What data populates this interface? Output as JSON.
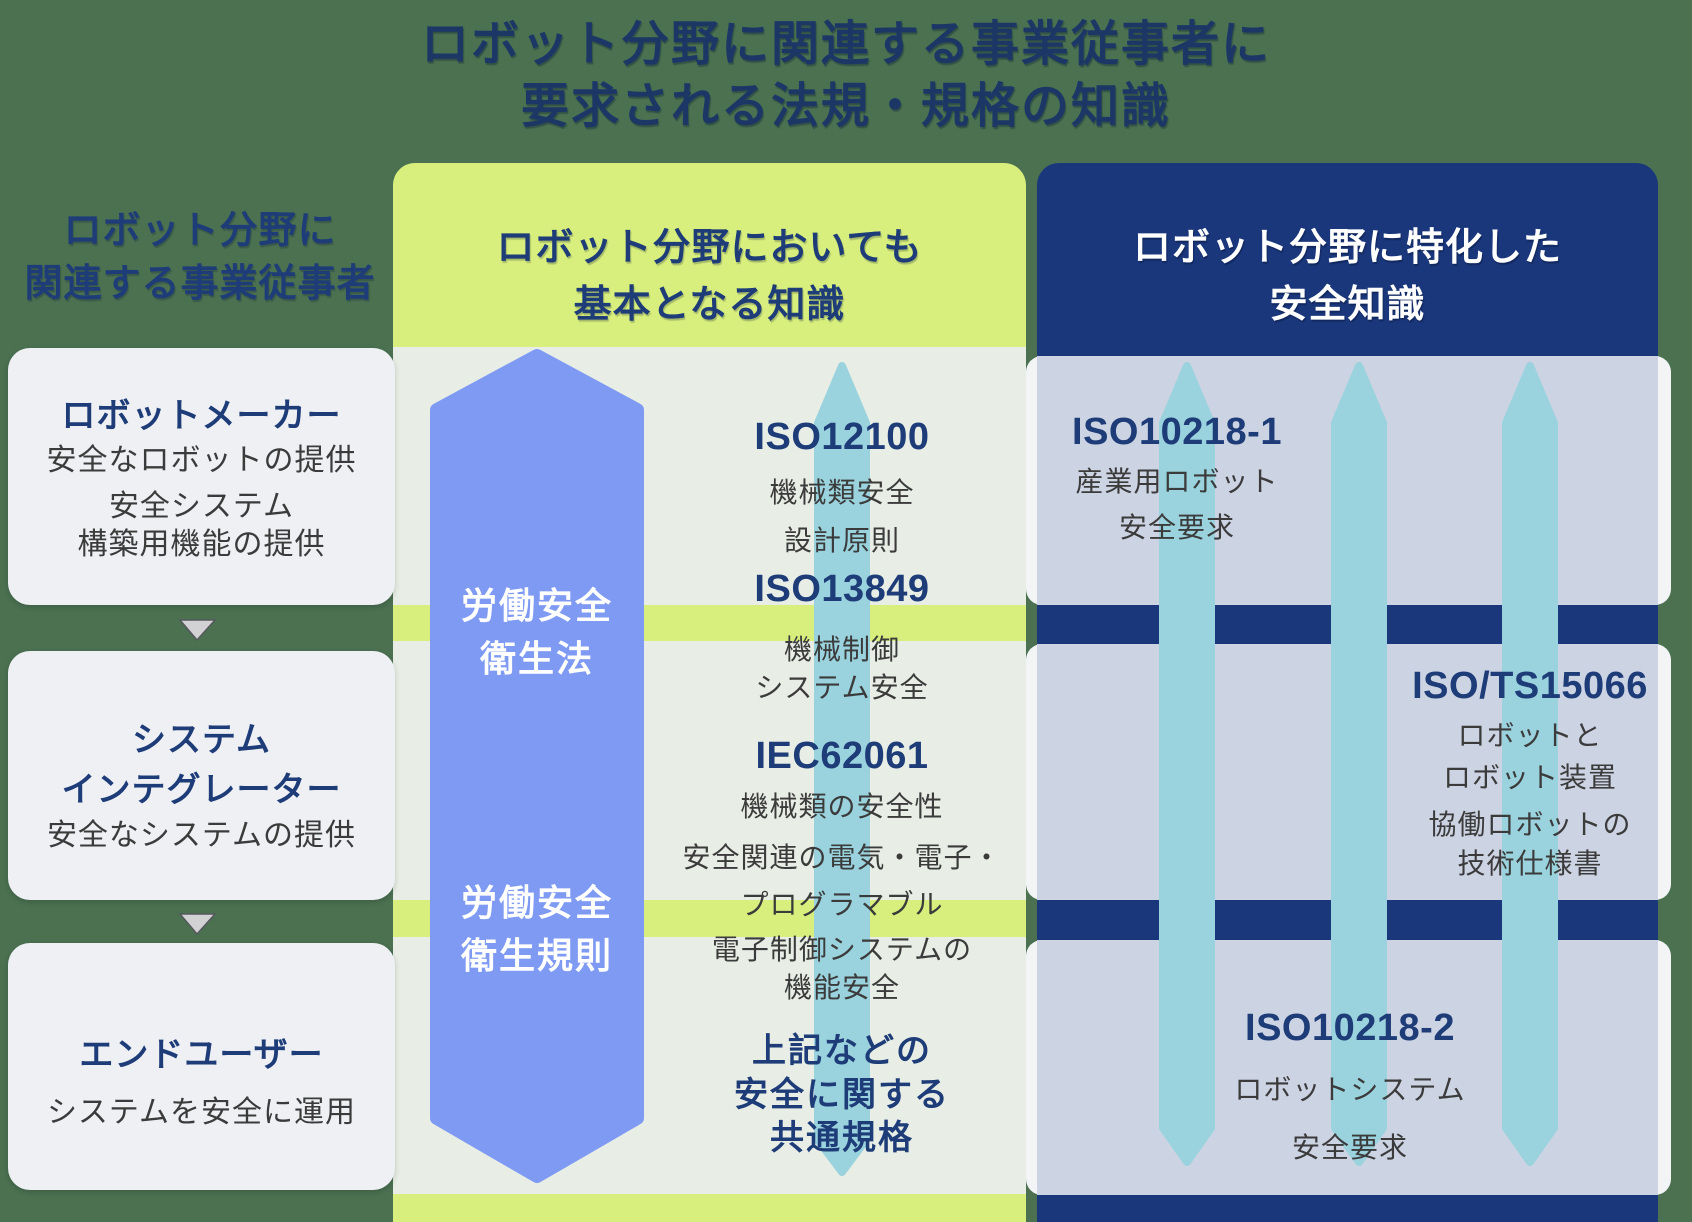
{
  "title": {
    "line1": "ロボット分野に関連する事業従事者に",
    "line2": "要求される法規・規格の知識"
  },
  "left_column": {
    "header_line1": "ロボット分野に",
    "header_line2": "関連する事業従事者",
    "rows": [
      {
        "title": "ロボットメーカー",
        "body1": "安全なロボットの提供",
        "body2": "安全システム",
        "body3": "構築用機能の提供"
      },
      {
        "title_line1": "システム",
        "title_line2": "インテグレーター",
        "body1": "安全なシステムの提供"
      },
      {
        "title": "エンドユーザー",
        "body1": "システムを安全に運用"
      }
    ],
    "down_arrow_icon": "triangle-down"
  },
  "middle_column": {
    "header_line1": "ロボット分野においても",
    "header_line2": "基本となる知識",
    "law1_line1": "労働安全",
    "law1_line2": "衛生法",
    "law2_line1": "労働安全",
    "law2_line2": "衛生規則",
    "iso12100": {
      "code": "ISO12100",
      "desc1": "機械類安全",
      "desc2": "設計原則"
    },
    "iso13849": {
      "code": "ISO13849",
      "desc1": "機械制御",
      "desc2": "システム安全"
    },
    "iec62061": {
      "code": "IEC62061",
      "desc1": "機械類の安全性",
      "desc2": "安全関連の電気・電子・",
      "desc3": "プログラマブル",
      "desc4": "電子制御システムの",
      "desc5": "機能安全"
    },
    "summary_line1": "上記などの",
    "summary_line2": "安全に関する",
    "summary_line3": "共通規格"
  },
  "right_column": {
    "header_line1": "ロボット分野に特化した",
    "header_line2": "安全知識",
    "iso10218_1": {
      "code": "ISO10218-1",
      "desc1": "産業用ロボット",
      "desc2": "安全要求"
    },
    "iso_ts15066": {
      "code": "ISO/TS15066",
      "desc1": "ロボットと",
      "desc2": "ロボット装置",
      "desc3": "協働ロボットの",
      "desc4": "技術仕様書"
    },
    "iso10218_2": {
      "code": "ISO10218-2",
      "desc1": "ロボットシステム",
      "desc2": "安全要求"
    }
  },
  "colors": {
    "page_background": "#4b7151",
    "green_panel": "#d8ef7d",
    "navy_panel": "#1a377c",
    "middle_row": "#e8eee5",
    "right_row": "#ccd3e3",
    "left_box": "#eef0f4",
    "big_arrow": "#7f9af3",
    "small_arrow": "#9ad3de",
    "navy_text": "#1d3c78",
    "body_text": "#3b3b3b"
  }
}
